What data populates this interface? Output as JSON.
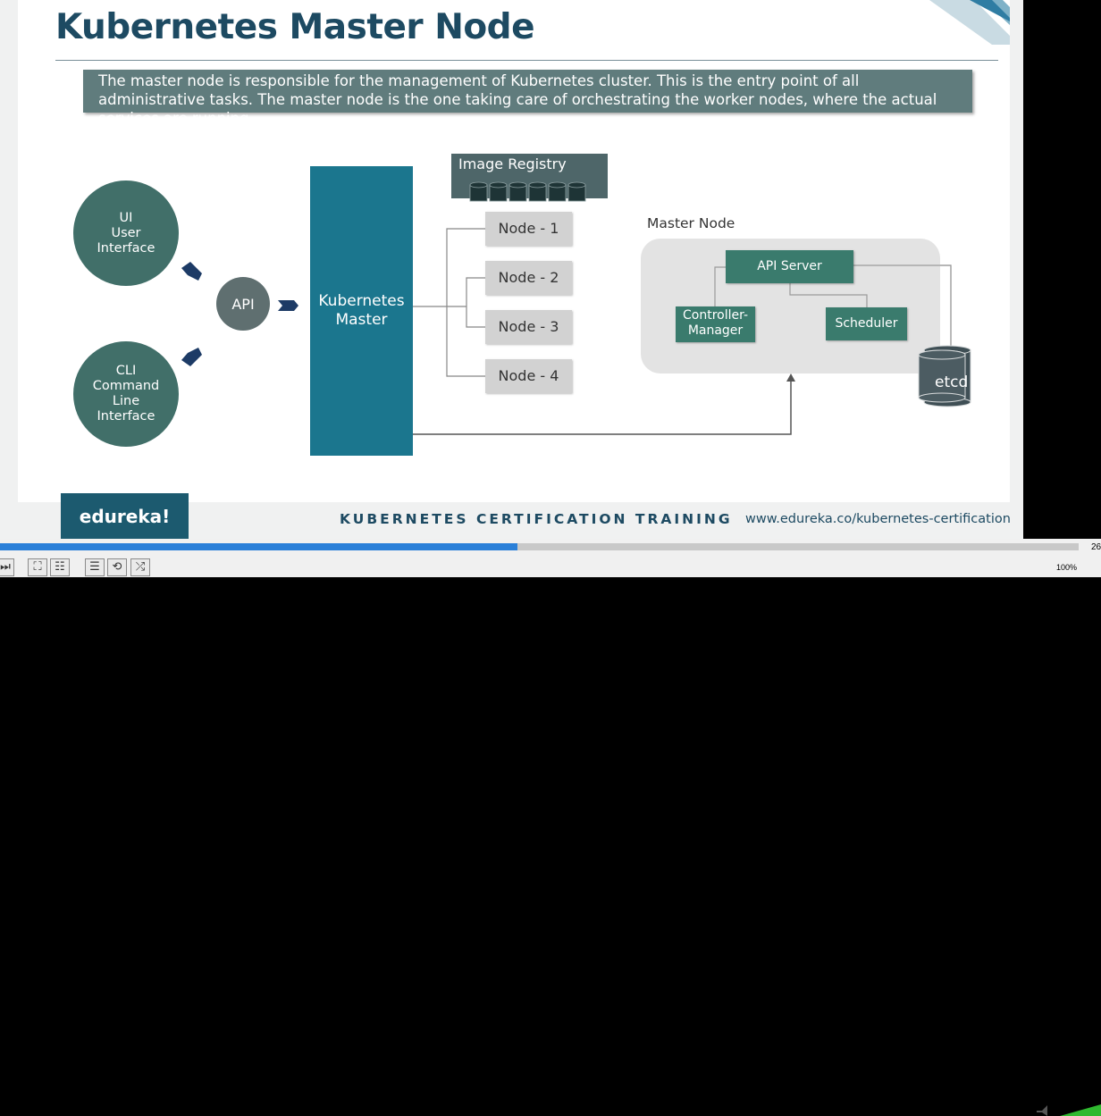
{
  "slide": {
    "title": "Kubernetes Master Node",
    "description": "The master node is responsible for the management of Kubernetes cluster. This is the entry point of all administrative tasks. The master node is the one taking care of orchestrating the worker nodes, where the actual services are running."
  },
  "diagram": {
    "ui_circle": "UI\nUser\nInterface",
    "cli_circle": "CLI\nCommand\nLine\nInterface",
    "api_circle": "API",
    "kubernetes_master": "Kubernetes\nMaster",
    "image_registry": "Image Registry",
    "nodes": [
      "Node - 1",
      "Node - 2",
      "Node - 3",
      "Node - 4"
    ],
    "master_node_label": "Master Node",
    "api_server": "API Server",
    "controller_manager": "Controller-\nManager",
    "scheduler": "Scheduler",
    "etcd": "etcd"
  },
  "footer": {
    "logo": "edureka!",
    "course": "KUBERNETES CERTIFICATION TRAINING",
    "url": "www.edureka.co/kubernetes-certification"
  },
  "player": {
    "progress": 0.48,
    "time": "26",
    "volume": "100%"
  },
  "colors": {
    "title": "#1d4a62",
    "circle": "#416f69",
    "master": "#1b768e",
    "green_box": "#3a7b6d",
    "progress": "#2a7fd8"
  }
}
